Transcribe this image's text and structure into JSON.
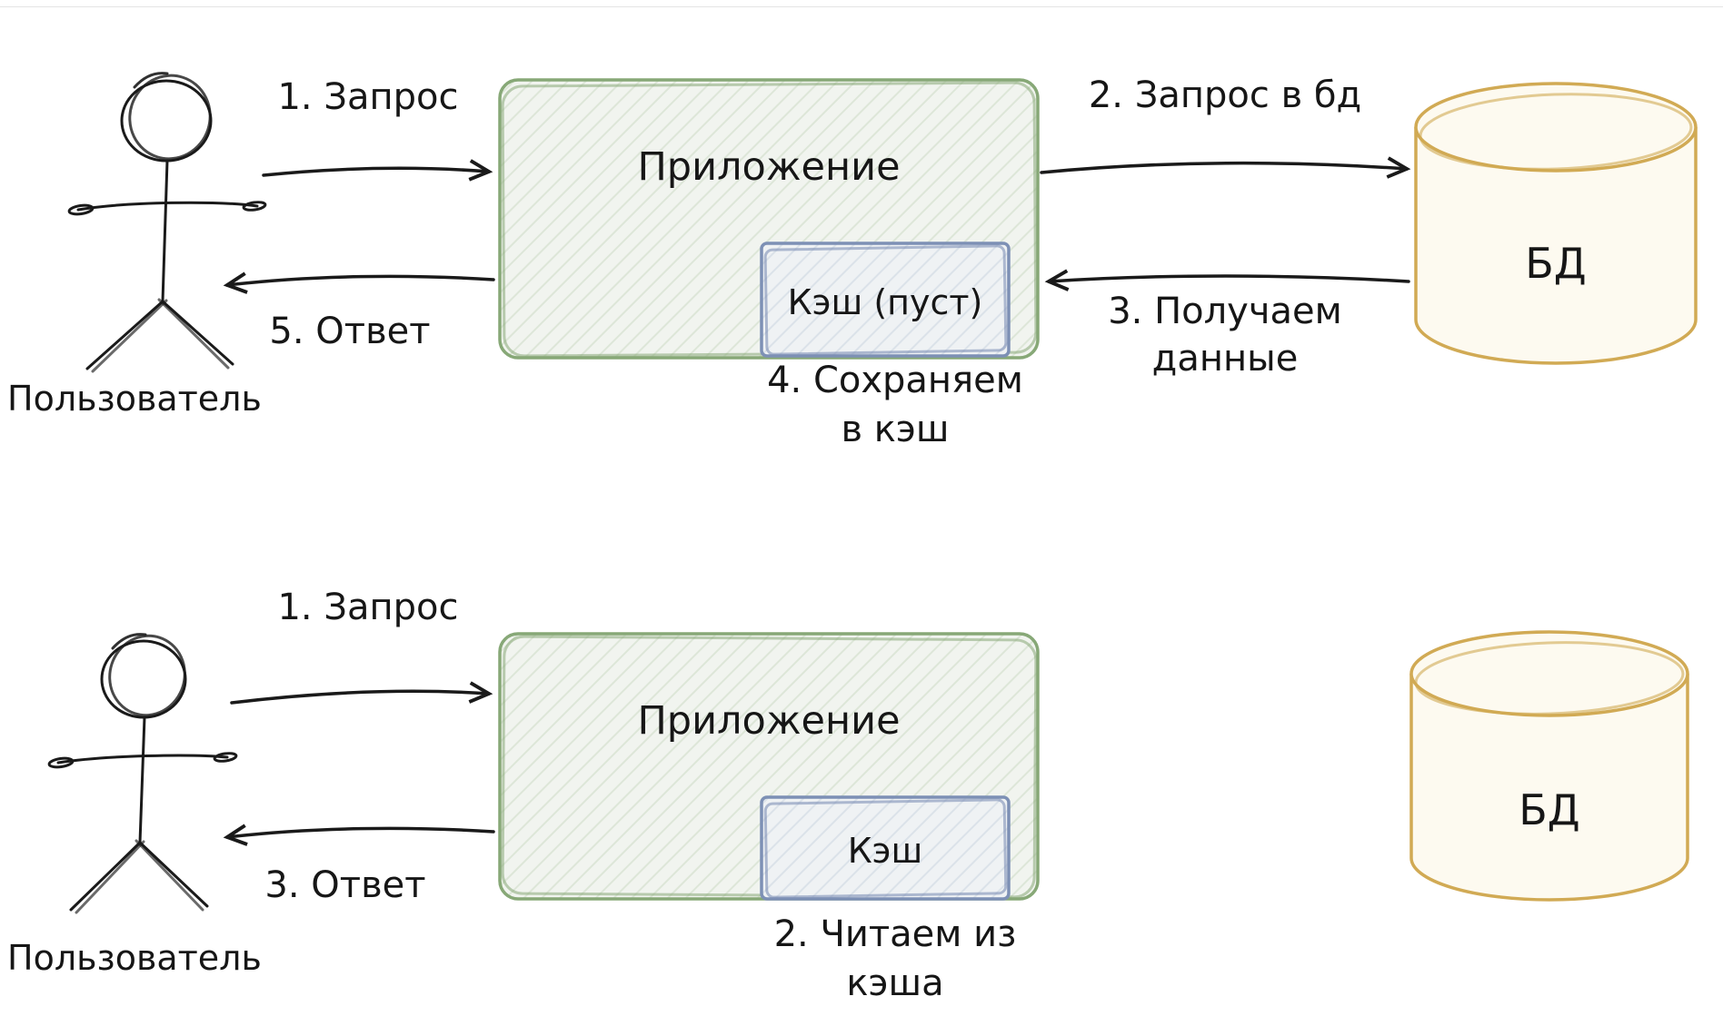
{
  "page": {
    "background": "#ffffff"
  },
  "colors": {
    "ink": "#1a1a1a",
    "app_stroke": "#87a877",
    "cache_stroke": "#7d90b5",
    "db_stroke": "#d1aa54",
    "db_fill": "#fdfaf0"
  },
  "top_flow": {
    "user_label": "Пользователь",
    "app_label": "Приложение",
    "cache_label": "Кэш (пуст)",
    "db_label": "БД",
    "step1": "1. Запрос",
    "step2": "2. Запрос в бд",
    "step3_line1": "3. Получаем",
    "step3_line2": "данные",
    "step4_line1": "4. Сохраняем",
    "step4_line2": "в кэш",
    "step5": "5. Ответ"
  },
  "bottom_flow": {
    "user_label": "Пользователь",
    "app_label": "Приложение",
    "cache_label": "Кэш",
    "db_label": "БД",
    "step1": "1. Запрос",
    "step2_line1": "2. Читаем из",
    "step2_line2": "кэша",
    "step3": "3. Ответ"
  }
}
